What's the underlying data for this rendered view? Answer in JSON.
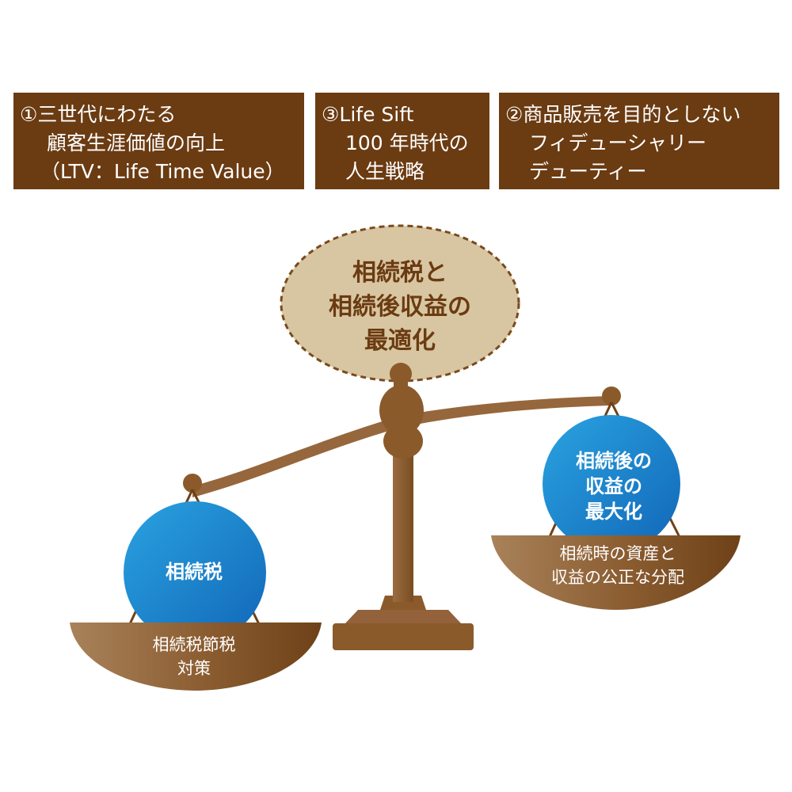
{
  "boxes": {
    "box1": {
      "lines": [
        "①三世代にわたる",
        "顧客生涯価値の向上",
        "（LTV：Life Time Value）"
      ]
    },
    "box3": {
      "lines": [
        "③Life Sift",
        "100 年時代の",
        "人生戦略"
      ]
    },
    "box2": {
      "lines": [
        "②商品販売を目的としない",
        "フィデューシャリー",
        "デューティー"
      ]
    }
  },
  "center": {
    "lines": [
      "相続税と",
      "相続後収益の",
      "最適化"
    ]
  },
  "left_ball": {
    "label": "相続税"
  },
  "right_ball": {
    "lines": [
      "相続後の",
      "収益の",
      "最大化"
    ]
  },
  "left_pan": {
    "lines": [
      "相続税節税",
      "対策"
    ]
  },
  "right_pan": {
    "lines": [
      "相続時の資産と",
      "収益の公正な分配"
    ]
  },
  "colors": {
    "box_bg": "#6b3b12",
    "scale_brown": "#8b5a2b",
    "ellipse_fill": "#d8c6a2",
    "ellipse_stroke": "#7a4a1e",
    "ball_light": "#2aa3e0",
    "ball_dark": "#1166b8"
  }
}
